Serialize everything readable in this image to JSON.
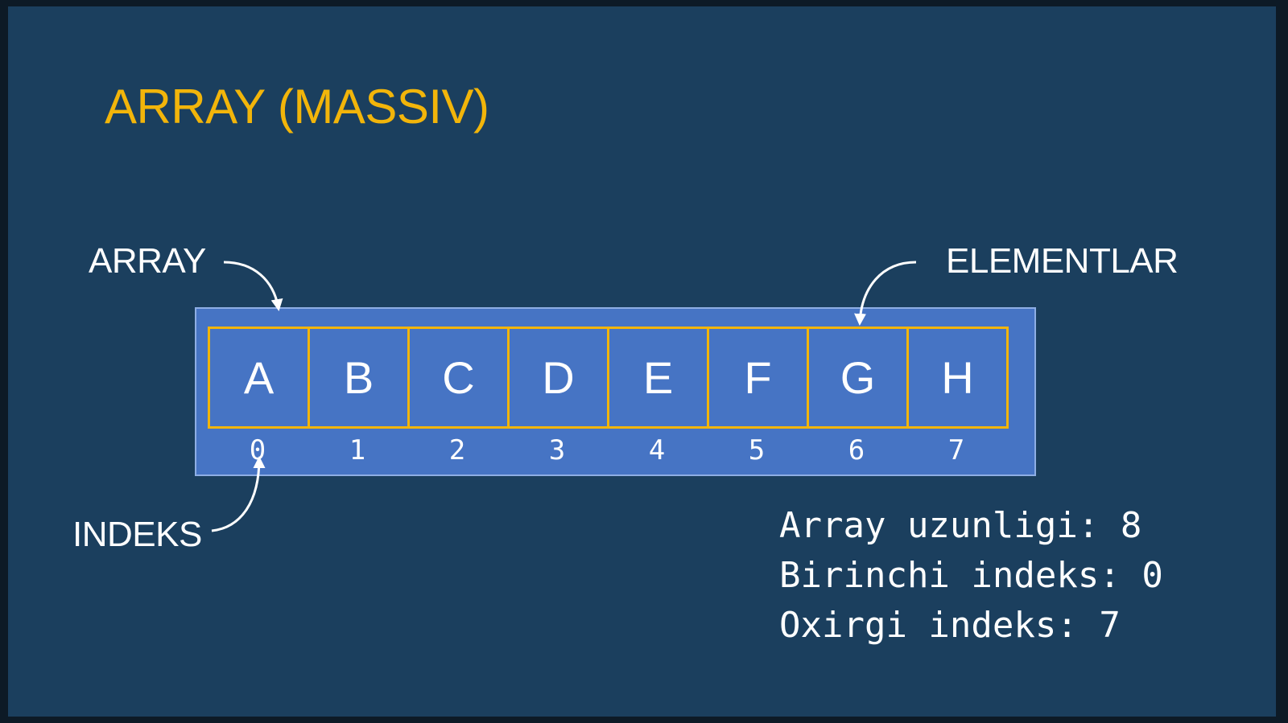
{
  "title": "ARRAY (MASSIV)",
  "labels": {
    "array": "ARRAY",
    "elements": "ELEMENTLAR",
    "index": "INDEKS"
  },
  "elements": [
    "A",
    "B",
    "C",
    "D",
    "E",
    "F",
    "G",
    "H"
  ],
  "indices": [
    "0",
    "1",
    "2",
    "3",
    "4",
    "5",
    "6",
    "7"
  ],
  "info": [
    "Array uzunligi: 8",
    "Birinchi indeks: 0",
    "Oxirgi indeks: 7"
  ],
  "colors": {
    "background": "#1b3f5e",
    "title": "#f2b50a",
    "array_fill": "#4674c4",
    "cell_border": "#f2b50a",
    "text": "#ffffff"
  }
}
